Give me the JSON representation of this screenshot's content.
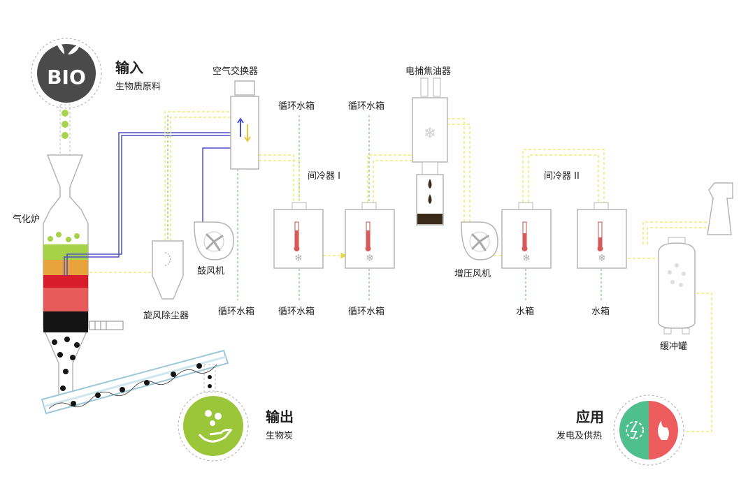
{
  "input": {
    "title": "输入",
    "subtitle": "生物质原料",
    "badge": "BIO"
  },
  "output": {
    "title": "输出",
    "subtitle": "生物炭"
  },
  "application": {
    "title": "应用",
    "subtitle": "发电及供热"
  },
  "labels": {
    "gasifier": "气化炉",
    "cyclone": "旋风除尘器",
    "blower": "鼓风机",
    "air_exchanger": "空气交换器",
    "circ_tank_top_1": "循环水箱",
    "circ_tank_top_2": "循环水箱",
    "circ_tank_bottom_1": "循环水箱",
    "circ_tank_bottom_2": "循环水箱",
    "circ_tank_bottom_3": "循环水箱",
    "intercooler_1": "间冷器 I",
    "intercooler_2": "间冷器 II",
    "electro_tar": "电捕焦油器",
    "booster_fan": "增压风机",
    "water_tank_1": "水箱",
    "water_tank_2": "水箱",
    "buffer_tank": "缓冲罐"
  },
  "colors": {
    "gas_line": "#f2ea6a",
    "green_line": "#8ed38a",
    "air_line": "#4b4fc8",
    "box_stroke": "#b0b0b0",
    "bio_badge": "#4a4a4a",
    "output_green": "#9cc63a",
    "app_green": "#4fbf8d",
    "app_red": "#ee5d5d"
  }
}
